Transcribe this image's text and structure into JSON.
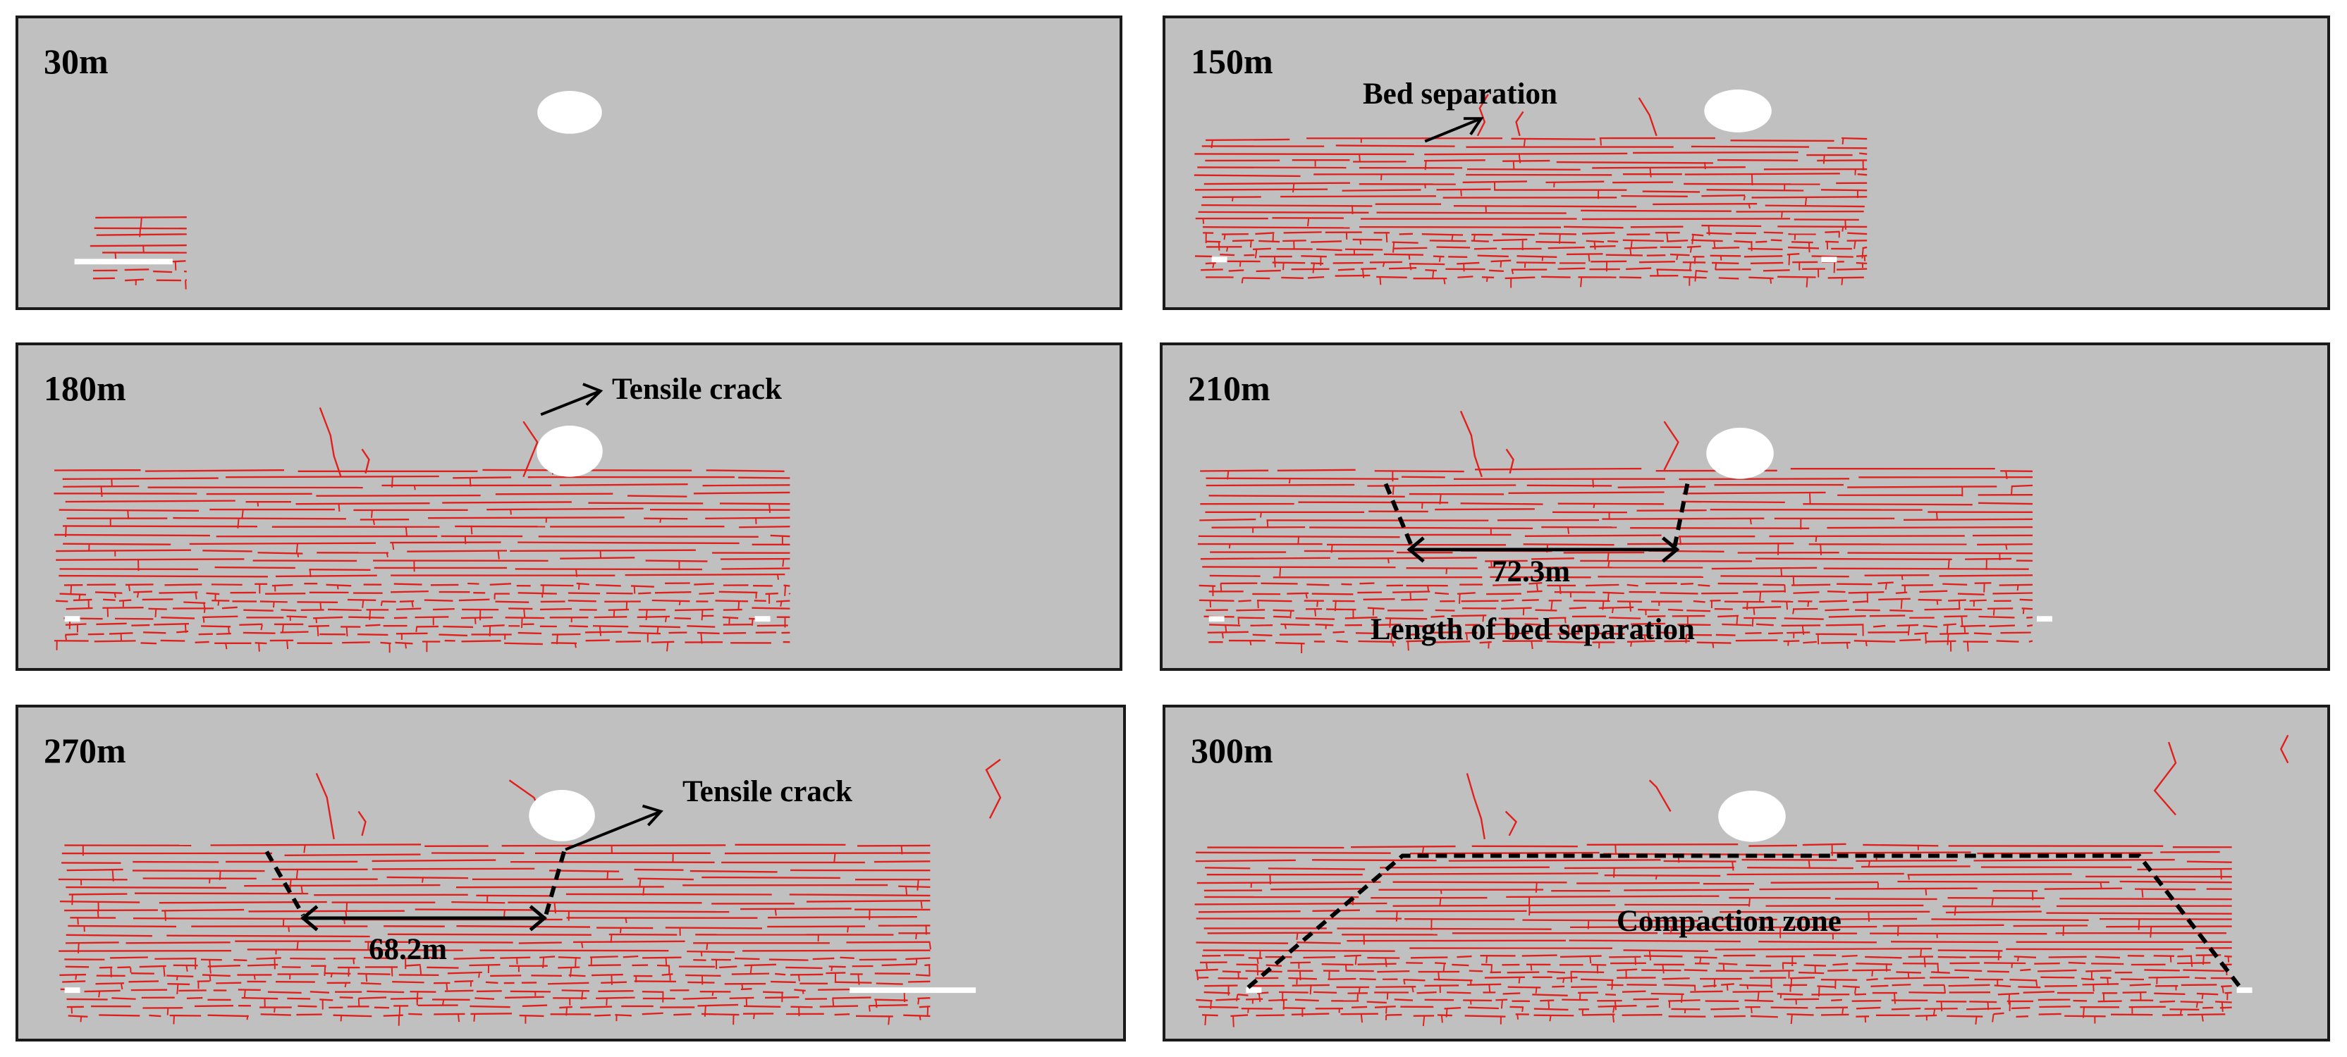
{
  "panels": [
    {
      "distance": "30m"
    },
    {
      "distance": "150m",
      "annotations": [
        "Bed separation"
      ]
    },
    {
      "distance": "180m",
      "annotations": [
        "Tensile crack"
      ]
    },
    {
      "distance": "210m",
      "annotations": [
        "72.3m",
        "Length of bed separation"
      ]
    },
    {
      "distance": "270m",
      "annotations": [
        "Tensile crack",
        "68.2m"
      ]
    },
    {
      "distance": "300m",
      "annotations": [
        "Compaction zone"
      ]
    }
  ],
  "colors": {
    "background": "#c0c0c0",
    "crack": "#e0201c",
    "annotation": "#000000",
    "opening": "#ffffff"
  }
}
